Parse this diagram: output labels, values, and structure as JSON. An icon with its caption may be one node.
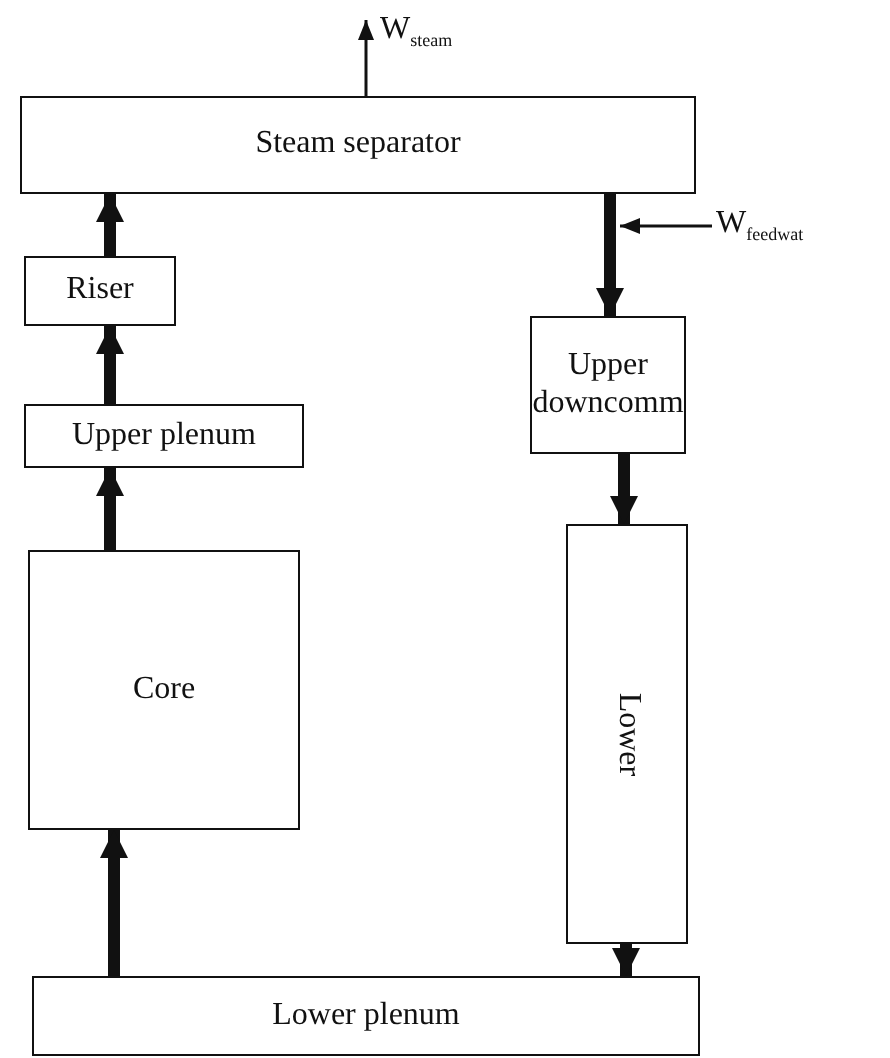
{
  "diagram": {
    "nodes": [
      {
        "text": [
          "W$_{steam}$"
        ]
      },
      {
        "text": [
          "Steam separator"
        ]
      },
      {
        "text": [
          "W$_{feedwat}$"
        ]
      },
      {
        "text": [
          "Riser"
        ]
      },
      {
        "text": [
          "Upper downcomm"
        ]
      },
      {
        "text": [
          "Upper plenum"
        ]
      },
      {
        "text": [
          "Core"
        ]
      },
      {
        "text": [
          "Lower"
        ]
      },
      {
        "text": [
          "Lower plenum"
        ]
      }
    ],
    "edges": [
      {
        "from": 8,
        "to": 6,
        "arrow": "to"
      },
      {
        "from": 6,
        "to": 5,
        "arrow": "to"
      },
      {
        "from": 5,
        "to": 3,
        "arrow": "to"
      },
      {
        "from": 3,
        "to": 1,
        "arrow": "to"
      },
      {
        "from": 1,
        "to": 4,
        "arrow": "to"
      },
      {
        "from": 4,
        "to": 7,
        "arrow": "to"
      },
      {
        "from": 7,
        "to": 8,
        "arrow": "to"
      },
      {
        "from": 1,
        "to": 0,
        "arrow": "to"
      },
      {
        "from": 2,
        "to": 1,
        "arrow": "to"
      }
    ]
  }
}
